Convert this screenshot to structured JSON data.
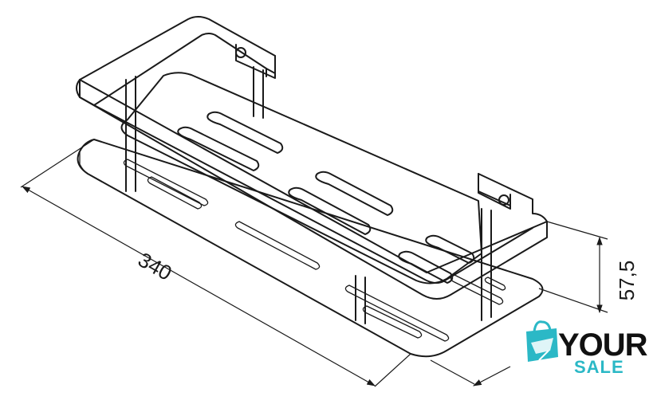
{
  "dimensions": {
    "length": "340",
    "height": "57,5"
  },
  "logo": {
    "word1": "YOUR",
    "word2": "SALE",
    "accent_color": "#2bb8c6"
  },
  "icons": [
    "shopping-bag-icon"
  ]
}
